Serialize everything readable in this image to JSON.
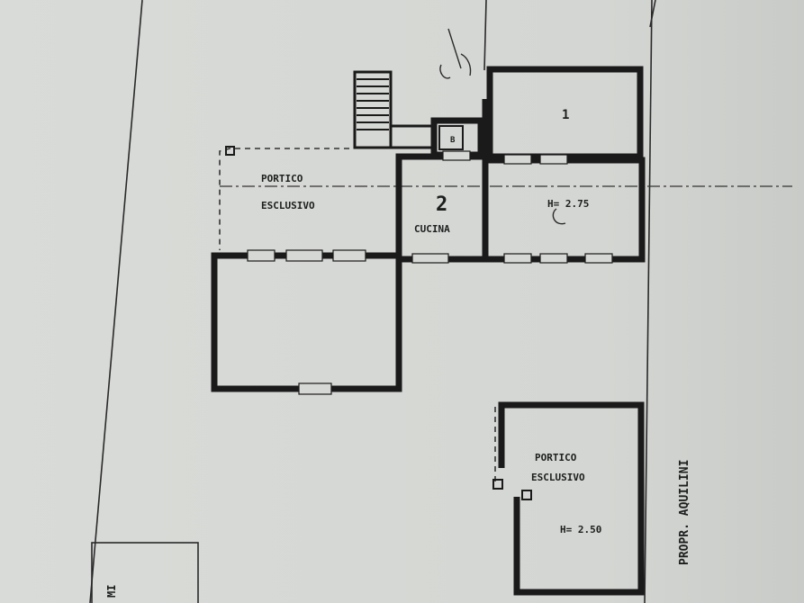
{
  "plan": {
    "labels": {
      "portico_top_1": "PORTICO",
      "portico_top_2": "ESCLUSIVO",
      "kitchen": "CUCINA",
      "kitchen_number": "2",
      "height_right": "H= 2.75",
      "portico_bottom_1": "PORTICO",
      "portico_bottom_2": "ESCLUSIVO",
      "height_bottom": "H= 2.50",
      "prop_owner": "PROPR.  AQUILINI",
      "bath_mark": "B",
      "room_one_mark": "1",
      "corner_fragment": "MI"
    },
    "colors": {
      "paper": "#d6d8d5",
      "ink": "#1a1a1a"
    }
  }
}
